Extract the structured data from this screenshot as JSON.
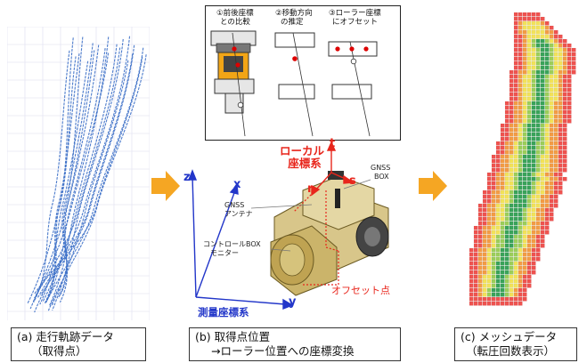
{
  "panel_a": {
    "caption_line1": "(a) 走行軌跡データ",
    "caption_line2": "（取得点）"
  },
  "panel_b": {
    "caption_line1": "(b) 取得点位置",
    "caption_line2": "→ローラー位置への座標変換",
    "inset_step1_line1": "①前後座標",
    "inset_step1_line2": "との比較",
    "inset_step2_line1": "②移動方向",
    "inset_step2_line2": "の推定",
    "inset_step3_line1": "③ローラー座標",
    "inset_step3_line2": "にオフセット",
    "local_coord_line1": "ローカル",
    "local_coord_line2": "座標系",
    "axis_t": "t",
    "axis_s": "s",
    "axis_r": "r",
    "axis_z": "z",
    "axis_x": "x",
    "axis_y": "y",
    "gnss_box_line1": "GNSS",
    "gnss_box_line2": "BOX",
    "gnss_antenna_line1": "GNSS",
    "gnss_antenna_line2": "アンテナ",
    "control_box_line1": "コントロールBOX",
    "control_box_line2": "モニター",
    "offset_point": "オフセット点",
    "survey_coord": "測量座標系"
  },
  "panel_c": {
    "caption_line1": "(c) メッシュデータ",
    "caption_line2": "（転圧回数表示）"
  },
  "colors": {
    "track_blue": "#3a6ec7",
    "arrow_orange": "#f5a623",
    "local_red": "#e8261c",
    "survey_blue": "#2236c9",
    "mesh_red": "#ef5350",
    "mesh_yellow": "#f2e25a",
    "mesh_green": "#3aa35a"
  }
}
